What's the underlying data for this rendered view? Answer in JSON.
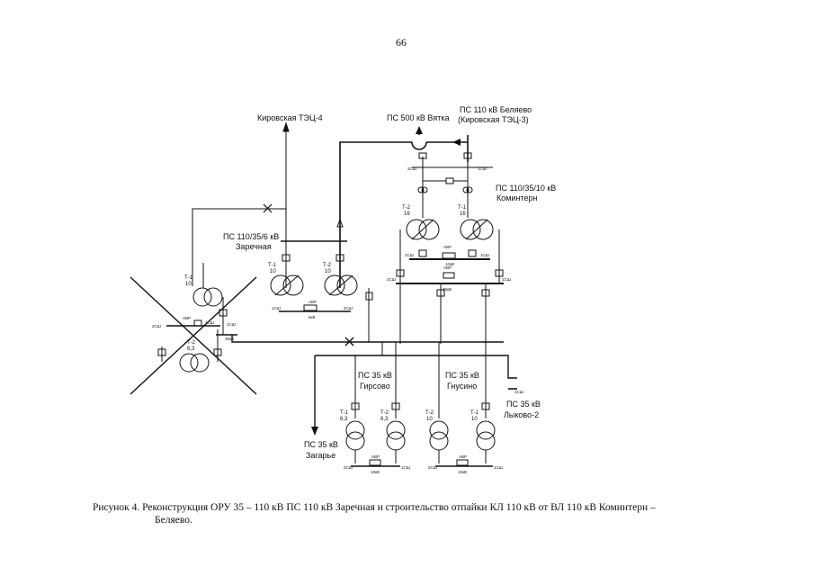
{
  "page_number": "66",
  "labels": {
    "kirovskaya_tec4": "Кировская ТЭЦ-4",
    "ps500_vyatka": "ПС 500 кВ Вятка",
    "ps110_belyaevo_1": "ПС 110 кВ Беляево",
    "ps110_belyaevo_2": "(Кировская ТЭЦ-3)",
    "ps110_kominter_1": "ПС 110/35/10 кВ",
    "ps110_kominter_2": "Коминтерн",
    "ps110_zarechnaya_1": "ПС 110/35/6 кВ",
    "ps110_zarechnaya_2": "Заречная",
    "ps35_girsovo_1": "ПС 35 кВ",
    "ps35_girsovo_2": "Гирсово",
    "ps35_gnusino_1": "ПС 35 кВ",
    "ps35_gnusino_2": "Гнусино",
    "ps35_lykovo_1": "ПС 35 кВ",
    "ps35_lykovo_2": "Лыково-2",
    "ps35_zagarye_1": "ПС 35 кВ",
    "ps35_zagarye_2": "Загарье"
  },
  "small_labels": {
    "t1": "Т-1",
    "t2": "Т-2",
    "v10": "10",
    "v16": "16",
    "v63": "6,3",
    "avr": "АВР",
    "kv6": "6кВ",
    "kv10": "10кВ",
    "kv35": "35кВ",
    "sh1": "1СШ",
    "sh2": "2СШ"
  },
  "caption_line1": "Рисунок 4.  Реконструкция ОРУ 35 – 110 кВ ПС 110 кВ Заречная и строительство отпайки КЛ 110 кВ от ВЛ 110 кВ Коминтерн –",
  "caption_line2": "Беляево."
}
